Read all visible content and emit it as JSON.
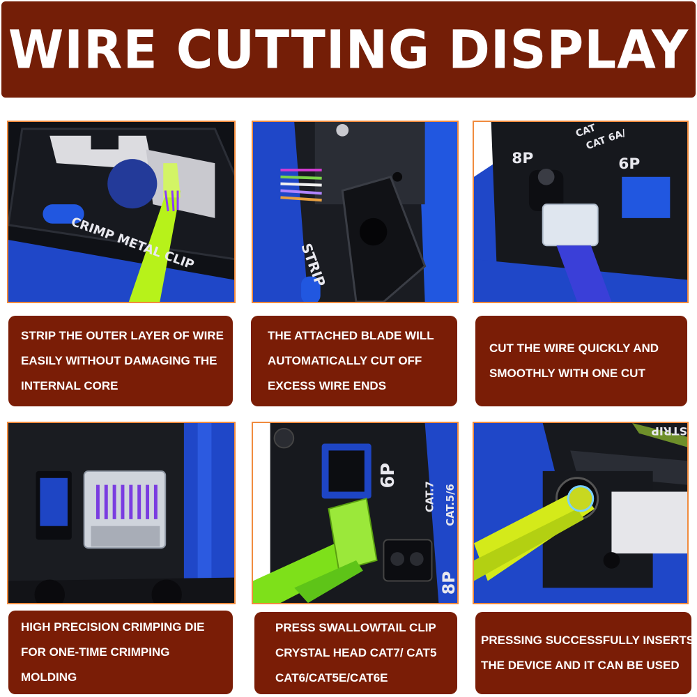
{
  "title": "WIRE CUTTING DISPLAY",
  "panels": [
    {
      "caption": [
        "STRIP THE OUTER LAYER OF WIRE",
        "EASILY WITHOUT DAMAGING THE",
        "INTERNAL CORE"
      ],
      "tool_text": [
        "CRIMP METAL CLIP"
      ]
    },
    {
      "caption": [
        "THE ATTACHED BLADE WILL",
        "AUTOMATICALLY CUT OFF",
        "EXCESS WIRE ENDS"
      ],
      "tool_text": [
        "STRIP"
      ]
    },
    {
      "caption": [
        "CUT THE WIRE QUICKLY AND",
        "SMOOTHLY WITH ONE CUT"
      ],
      "tool_text": [
        "8P",
        "6P",
        "CAT",
        "CAT 6A/"
      ]
    },
    {
      "caption": [
        "HIGH PRECISION CRIMPING DIE",
        "FOR ONE-TIME CRIMPING",
        "MOLDING"
      ],
      "tool_text": []
    },
    {
      "caption": [
        "PRESS SWALLOWTAIL CLIP",
        "CRYSTAL HEAD CAT7/ CAT5",
        "CAT6/CAT5E/CAT6E"
      ],
      "tool_text": [
        "6P",
        "CAT.7",
        "CAT.5/6",
        "8P"
      ]
    },
    {
      "caption": [
        "PRESSING SUCCESSFULLY INSERTS",
        "THE DEVICE AND IT CAN BE USED"
      ],
      "tool_text": [
        "STRIP"
      ]
    }
  ],
  "colors": {
    "banner": "#741e07",
    "caption_box": "#7a1d06",
    "photo_border": "#f08b3e",
    "tool_blue": "#1f47c8",
    "tool_black": "#16181d",
    "cable_green": "#b7f21a"
  }
}
